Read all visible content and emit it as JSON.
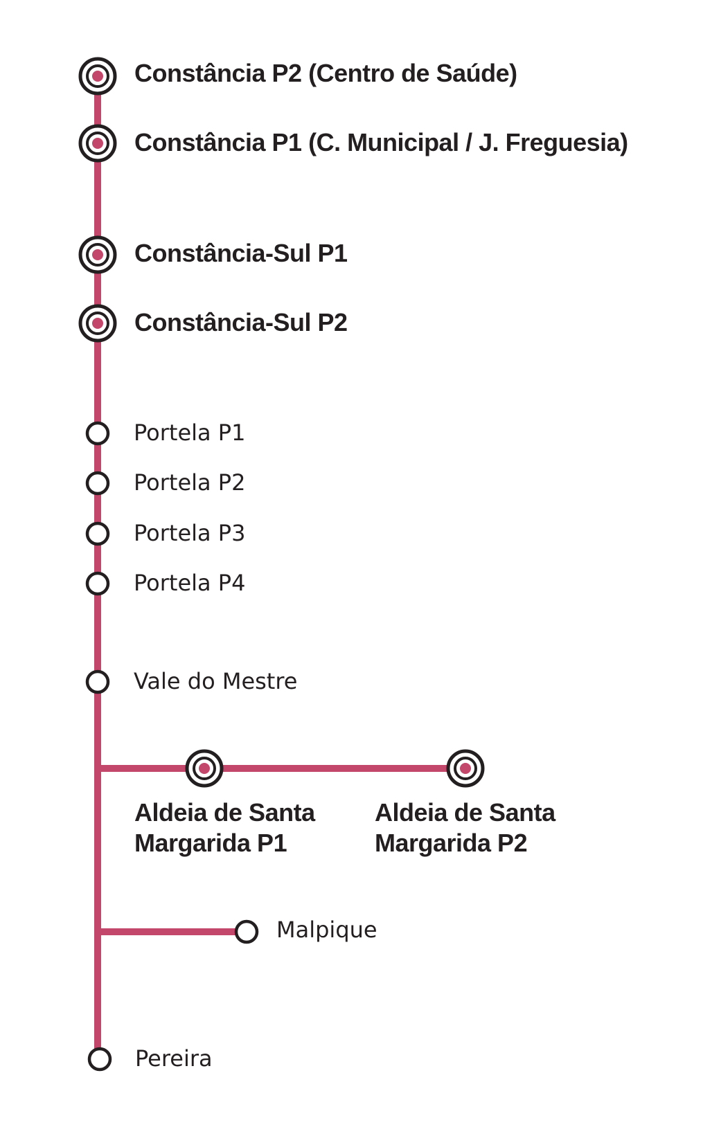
{
  "line_color": "#c3476a",
  "stop_stroke_color": "#231f20",
  "stops": [
    {
      "id": "constancia-p2",
      "name": "Constância P2 (Centro de Saúde)",
      "major": true
    },
    {
      "id": "constancia-p1",
      "name": "Constância P1 (C. Municipal / J. Freguesia)",
      "major": true
    },
    {
      "id": "constancia-sul-p1",
      "name": "Constância-Sul P1",
      "major": true
    },
    {
      "id": "constancia-sul-p2",
      "name": "Constância-Sul P2",
      "major": true
    },
    {
      "id": "portela-p1",
      "name": "Portela P1",
      "major": false
    },
    {
      "id": "portela-p2",
      "name": "Portela P2",
      "major": false
    },
    {
      "id": "portela-p3",
      "name": "Portela P3",
      "major": false
    },
    {
      "id": "portela-p4",
      "name": "Portela P4",
      "major": false
    },
    {
      "id": "vale-do-mestre",
      "name": "Vale do Mestre",
      "major": false
    },
    {
      "id": "aldeia-de-santa-margarida-p1",
      "name": "Aldeia de Santa Margarida P1",
      "major": true
    },
    {
      "id": "aldeia-de-santa-margarida-p2",
      "name": "Aldeia de Santa Margarida P2",
      "major": true
    },
    {
      "id": "malpique",
      "name": "Malpique",
      "major": false
    },
    {
      "id": "pereira",
      "name": "Pereira",
      "major": false
    }
  ]
}
